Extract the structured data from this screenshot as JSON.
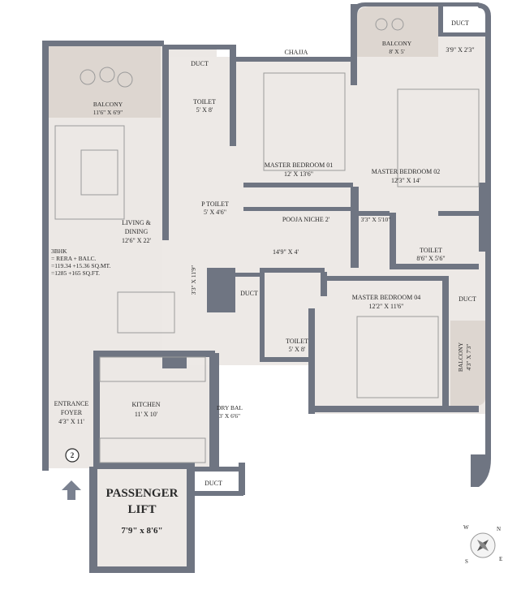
{
  "rooms": {
    "balcony_main": {
      "name": "BALCONY",
      "size": "11'6\" X 6'9\""
    },
    "toilet_1": {
      "name": "TOILET",
      "size": "5' X 8'"
    },
    "duct_top_left": {
      "name": "DUCT"
    },
    "chajja": {
      "name": "CHAJJA"
    },
    "balcony_top_right": {
      "name": "BALCONY",
      "size": "8' X 5'"
    },
    "duct_top_right": {
      "name": "DUCT"
    },
    "duct_top_right_size": {
      "size": "3'9\" X 2'3\""
    },
    "master_bed_01": {
      "name": "MASTER BEDROOM 01",
      "size": "12' X 13'6\""
    },
    "master_bed_02": {
      "name": "MASTER BEDROOM 02",
      "size": "12'3\" X 14'"
    },
    "p_toilet": {
      "name": "P TOILET",
      "size": "5' X 4'6\""
    },
    "pooja": {
      "name": "POOJA NICHE 2'"
    },
    "small_size_3_5": {
      "size": "3'3\" X 5'10\""
    },
    "living": {
      "name": "LIVING &",
      "name2": "DINING",
      "size": "12'6\" X 22'"
    },
    "passage": {
      "size": "14'9\" X 4'"
    },
    "toilet_3": {
      "name": "TOILET",
      "size": "8'6\" X 5'6\""
    },
    "passage_vertical": {
      "size": "3'3\" X 11'9\""
    },
    "duct_mid": {
      "name": "DUCT"
    },
    "master_bed_04": {
      "name": "MASTER BEDROOM 04",
      "size": "12'2\" X 11'6\""
    },
    "duct_right": {
      "name": "DUCT"
    },
    "toilet_2": {
      "name": "TOILET",
      "size": "5' X 8'"
    },
    "balcony_right": {
      "name": "BALCONY",
      "size": "4'3\" X 7'3\""
    },
    "entrance": {
      "name": "ENTRANCE",
      "name2": "FOYER",
      "size": "4'3\" X 11'"
    },
    "kitchen": {
      "name": "KITCHEN",
      "size": "11' X 10'"
    },
    "dry_bal": {
      "name": "DRY BAL",
      "size": "3' X 6'6\""
    },
    "duct_bottom": {
      "name": "DUCT"
    },
    "lift": {
      "name": "PASSENGER",
      "name2": "LIFT",
      "size": "7'9\" x 8'6\""
    }
  },
  "summary": {
    "line1": "3BHK",
    "line2": "= RERA + BALC.",
    "line3": "=119.34 +15.36 SQ.MT.",
    "line4": "=1285 +165 SQ.FT."
  },
  "entrance_marker": "2",
  "compass": {
    "n": "N",
    "e": "E",
    "s": "S",
    "w": "W"
  },
  "colors": {
    "wall": "#6f7582",
    "floor": "#ece8e5",
    "text": "#2a2a2a",
    "balcony": "#d9d2cc"
  }
}
